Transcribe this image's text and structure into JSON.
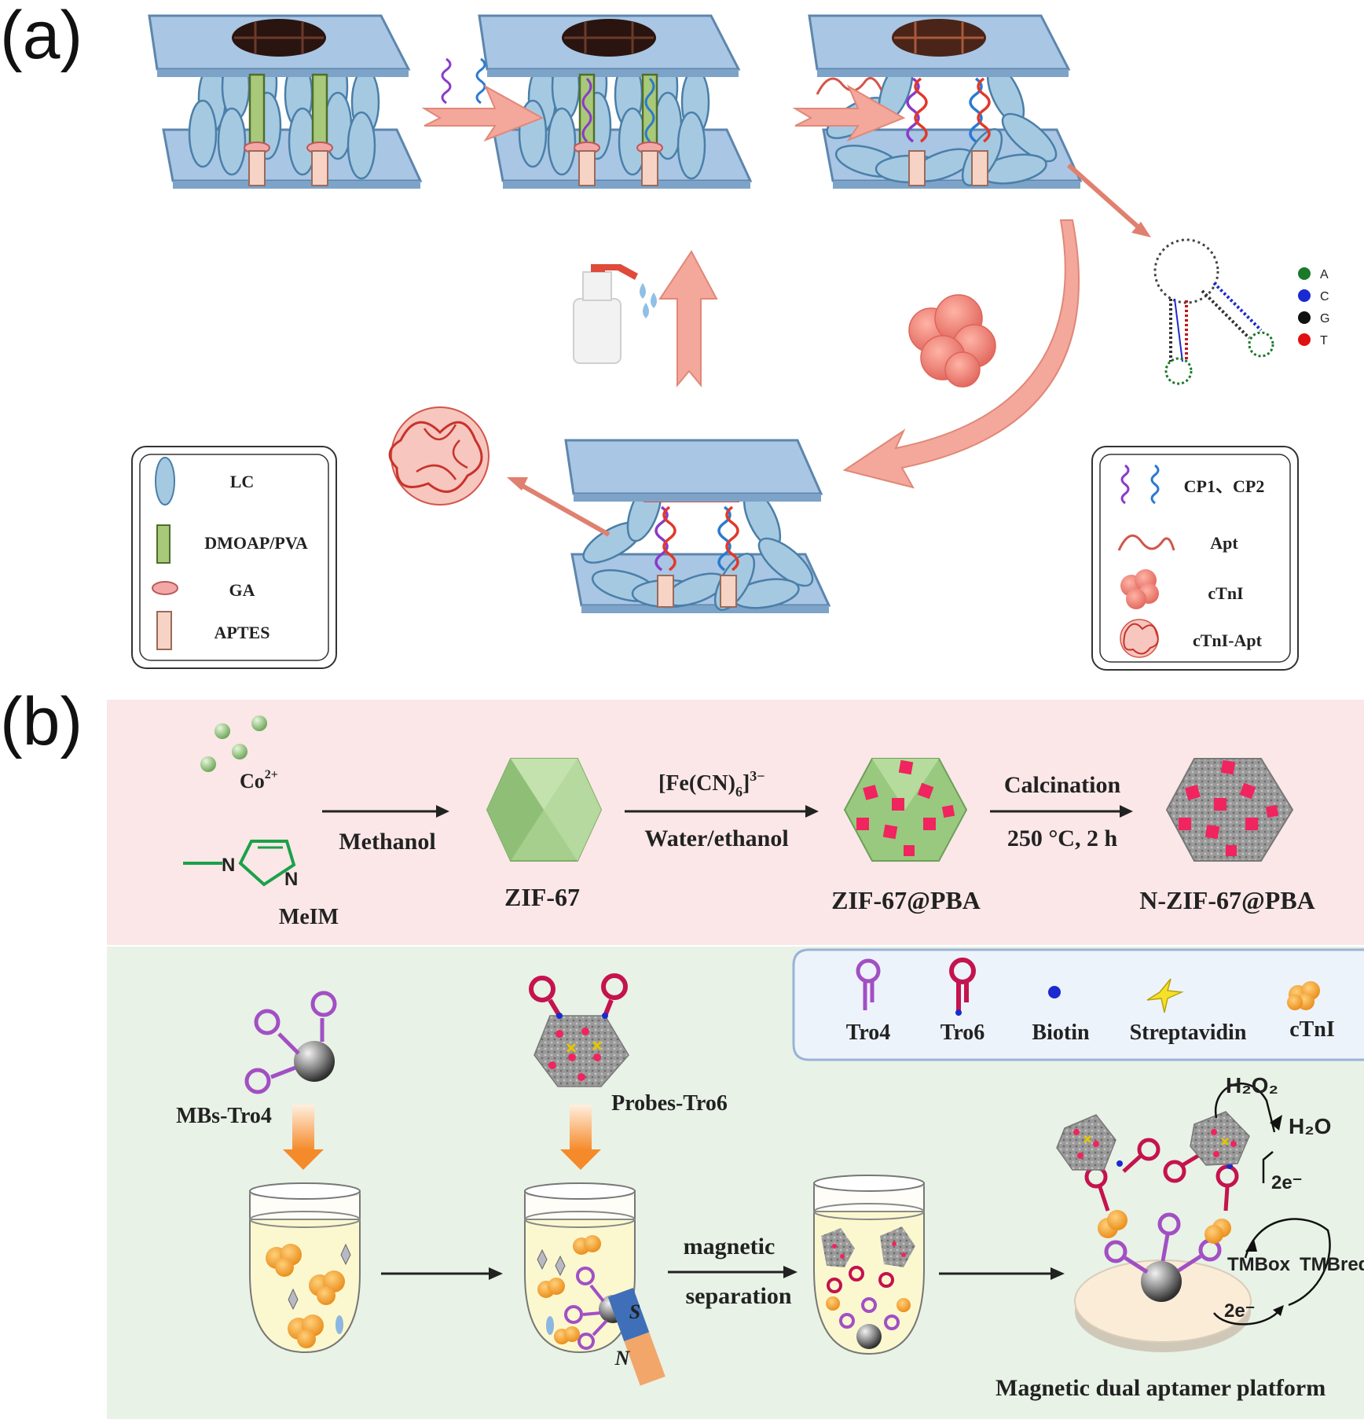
{
  "panel_a": {
    "label": "(a)",
    "legend_left": {
      "items": [
        "LC",
        "DMOAP/PVA",
        "GA",
        "APTES"
      ]
    },
    "legend_right": {
      "items": [
        "CP1、CP2",
        "Apt",
        "cTnI",
        "cTnI-Apt"
      ]
    },
    "base_legend": [
      {
        "letter": "A",
        "color": "#1a7a2a"
      },
      {
        "letter": "C",
        "color": "#1a2ad0"
      },
      {
        "letter": "G",
        "color": "#111111"
      },
      {
        "letter": "T",
        "color": "#e01010"
      }
    ]
  },
  "panel_b": {
    "label": "(b)",
    "synthesis": {
      "cobalt": "Co",
      "cobalt_charge": "2+",
      "linker": "MeIM",
      "linker_n1": "N",
      "linker_n2": "N",
      "step1_condition": "Methanol",
      "product1": "ZIF-67",
      "reagent_base": "[Fe(CN)",
      "reagent_sub": "6",
      "reagent_close": "]",
      "reagent_sup": "3−",
      "step2_condition": "Water/ethanol",
      "product2": "ZIF-67@PBA",
      "step3_top": "Calcination",
      "step3_bottom": "250 °C, 2 h",
      "product3": "N-ZIF-67@PBA"
    },
    "assay": {
      "legend": [
        "Tro4",
        "Tro6",
        "Biotin",
        "Streptavidin",
        "cTnI"
      ],
      "mbs_label": "MBs-Tro4",
      "probes_label": "Probes-Tro6",
      "magnet_s": "S",
      "magnet_n": "N",
      "sep_line1": "magnetic",
      "sep_line2": "separation",
      "h2o2": "H₂O₂",
      "h2o": "H₂O",
      "e_top": "2e⁻",
      "e_bottom": "2e⁻",
      "tmbox": "TMBox",
      "tmbred": "TMBred",
      "platform": "Magnetic dual aptamer platform"
    }
  },
  "colors": {
    "plate": "#a9c6e4",
    "lc": "#a6c9e2",
    "lc_stroke": "#4a7fa8",
    "arrow": "#f4a79b",
    "pink_bg": "#fbe7e7",
    "green_bg": "#e8f2e6",
    "tro4": "#a24fc4",
    "tro6": "#c4134e",
    "cube": "#f0245e",
    "ctni": "#f6a82b"
  }
}
